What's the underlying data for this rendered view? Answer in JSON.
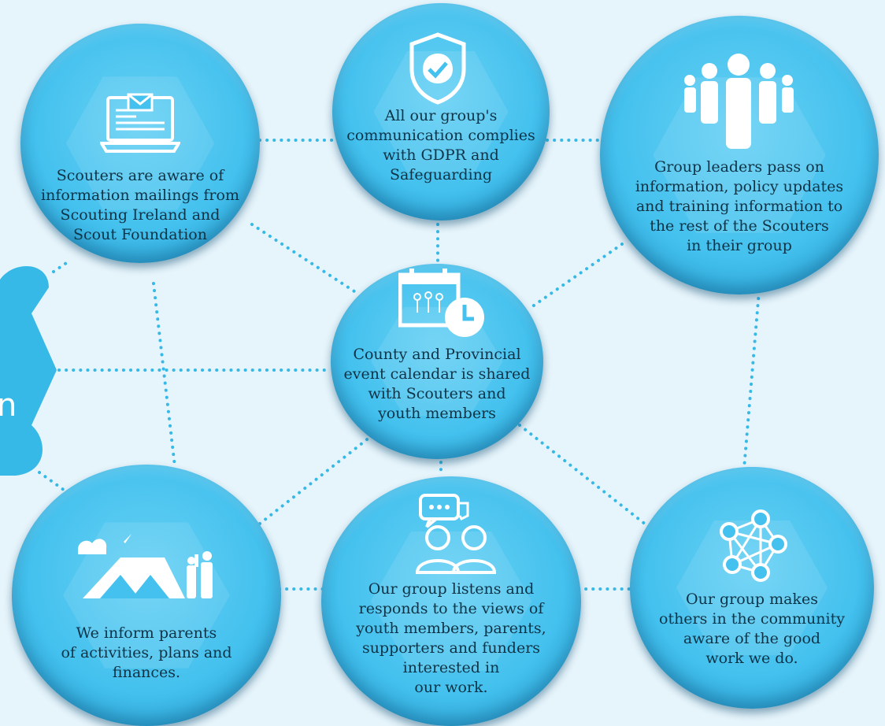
{
  "nodes": [
    {
      "id": "top-left",
      "icon": "laptop-mail-icon",
      "label": "Scouters are aware of\ninformation mailings from\nScouting Ireland and\nScout Foundation"
    },
    {
      "id": "top-center",
      "icon": "shield-check-icon",
      "label": "All our group's\ncommunication complies\nwith GDPR and\nSafeguarding"
    },
    {
      "id": "top-right",
      "icon": "people-group-icon",
      "label": "Group leaders pass on\ninformation, policy updates\nand training information to\nthe rest of the Scouters\nin their group"
    },
    {
      "id": "center",
      "icon": "calendar-clock-icon",
      "label": "County and Provincial\nevent calendar is shared\nwith Scouters and\nyouth members"
    },
    {
      "id": "bottom-left",
      "icon": "tent-family-icon",
      "label": "We inform parents\nof activities, plans and\nfinances."
    },
    {
      "id": "bottom-center",
      "icon": "chat-people-icon",
      "label": "Our group listens and\nresponds to the views of\nyouth members, parents,\nsupporters and funders\ninterested in\nour work."
    },
    {
      "id": "bottom-right",
      "icon": "network-icon",
      "label": "Our group makes\nothers in the community\naware of the good\nwork we do."
    }
  ],
  "edge_text": "n",
  "colors": {
    "background": "#e6f4fb",
    "circle": "#44c1ee",
    "connector": "#36b9e6",
    "text": "#0f3346",
    "icon": "#ffffff"
  }
}
